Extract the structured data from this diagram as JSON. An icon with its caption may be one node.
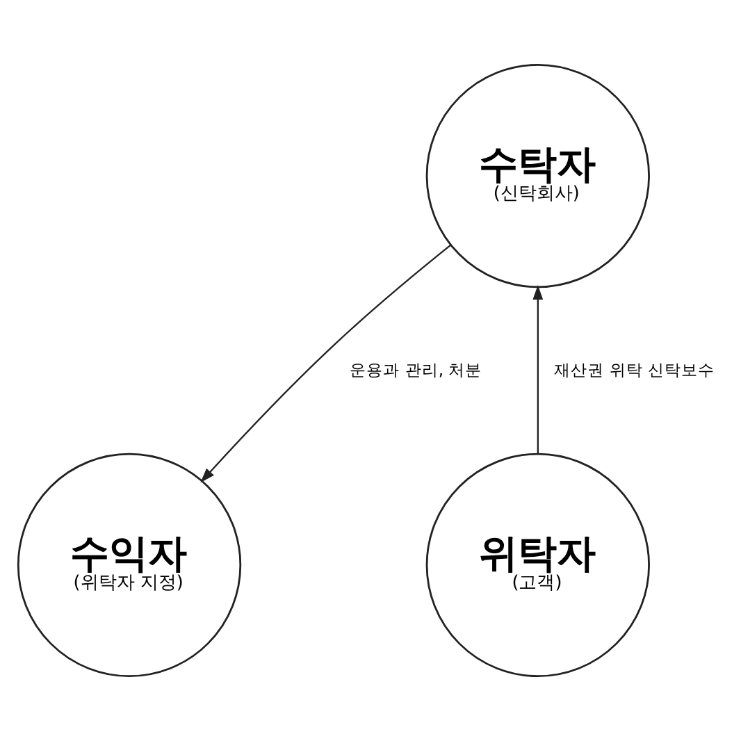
{
  "diagram": {
    "nodes": [
      {
        "text": [
          "수탁자",
          "(신탁회사)"
        ]
      },
      {
        "text": [
          "위탁자",
          "(고객)"
        ]
      },
      {
        "text": [
          "수익자",
          "(위탁자 지정)"
        ]
      }
    ],
    "edges": [
      {
        "from": 1,
        "to": 0,
        "arrow": "to",
        "label": "재산권 위탁 신탁보수"
      },
      {
        "from": 0,
        "to": 2,
        "arrow": "to",
        "label": "운용과 관리, 처분"
      }
    ]
  }
}
